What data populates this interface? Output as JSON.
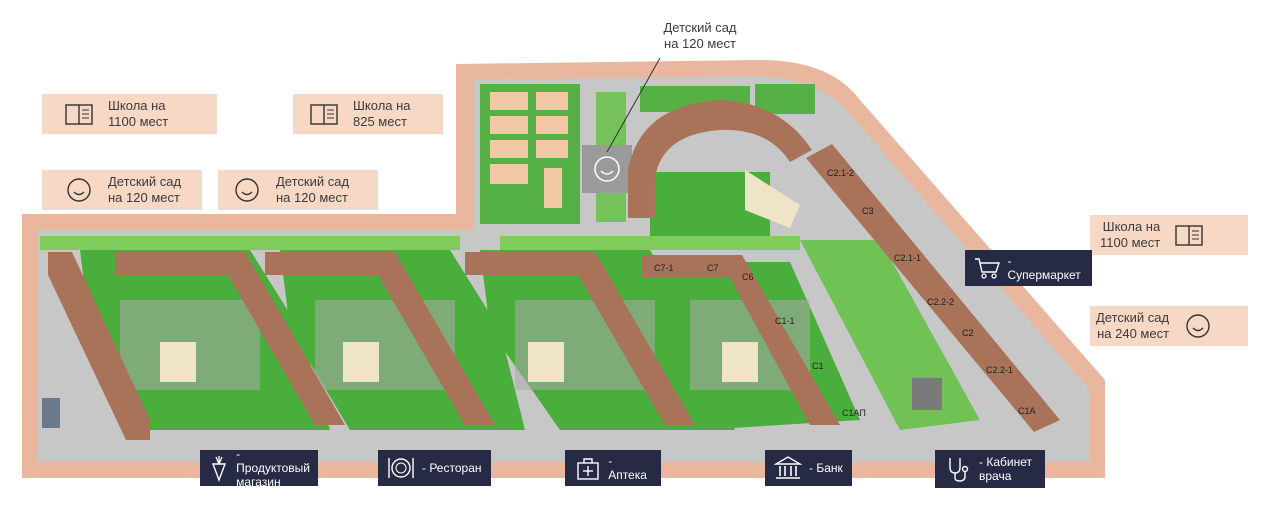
{
  "info_cards": [
    {
      "id": "school-1",
      "text": "Школа на\n1100 мест",
      "icon": "book-icon"
    },
    {
      "id": "school-2",
      "text": "Школа на\n825 мест",
      "icon": "book-icon"
    },
    {
      "id": "kindergarten-1",
      "text": "Детский сад\nна 120 мест",
      "icon": "smiley-icon"
    },
    {
      "id": "kindergarten-2",
      "text": "Детский сад\nна 120 мест",
      "icon": "smiley-icon"
    },
    {
      "id": "school-3",
      "text": "Школа на\n1100 мест",
      "icon": "book-icon"
    },
    {
      "id": "kindergarten-3",
      "text": "Детский сад\nна 240 мест",
      "icon": "smiley-icon"
    }
  ],
  "callout": {
    "text": "Детский сад\nна 120 мест"
  },
  "amenities": [
    {
      "id": "grocery",
      "label": "- Продуктовый\nмагазин",
      "icon": "carrot-icon"
    },
    {
      "id": "restaurant",
      "label": "- Ресторан",
      "icon": "plate-icon"
    },
    {
      "id": "pharmacy",
      "label": "- Аптека",
      "icon": "pharmacy-bag-icon"
    },
    {
      "id": "bank",
      "label": "- Банк",
      "icon": "bank-icon"
    },
    {
      "id": "doctor",
      "label": "- Кабинет\nврача",
      "icon": "stethoscope-icon"
    },
    {
      "id": "supermarket",
      "label": "- Супермаркет",
      "icon": "cart-icon"
    }
  ],
  "building_labels": [
    "С7-1",
    "С7",
    "С6",
    "С1-1",
    "С1",
    "С1АП",
    "С2.1-2",
    "С3",
    "С2.1-1",
    "С2.2-2",
    "С2",
    "С2.2-1",
    "С1А"
  ],
  "colors": {
    "boundary": "#e8b79e",
    "ground": "#c4c4c4",
    "green": "#4aae3c",
    "green_light": "#7fcb5c",
    "building": "#a9735a",
    "card": "#f7d8c4",
    "amenity_bg": "#262a44"
  }
}
